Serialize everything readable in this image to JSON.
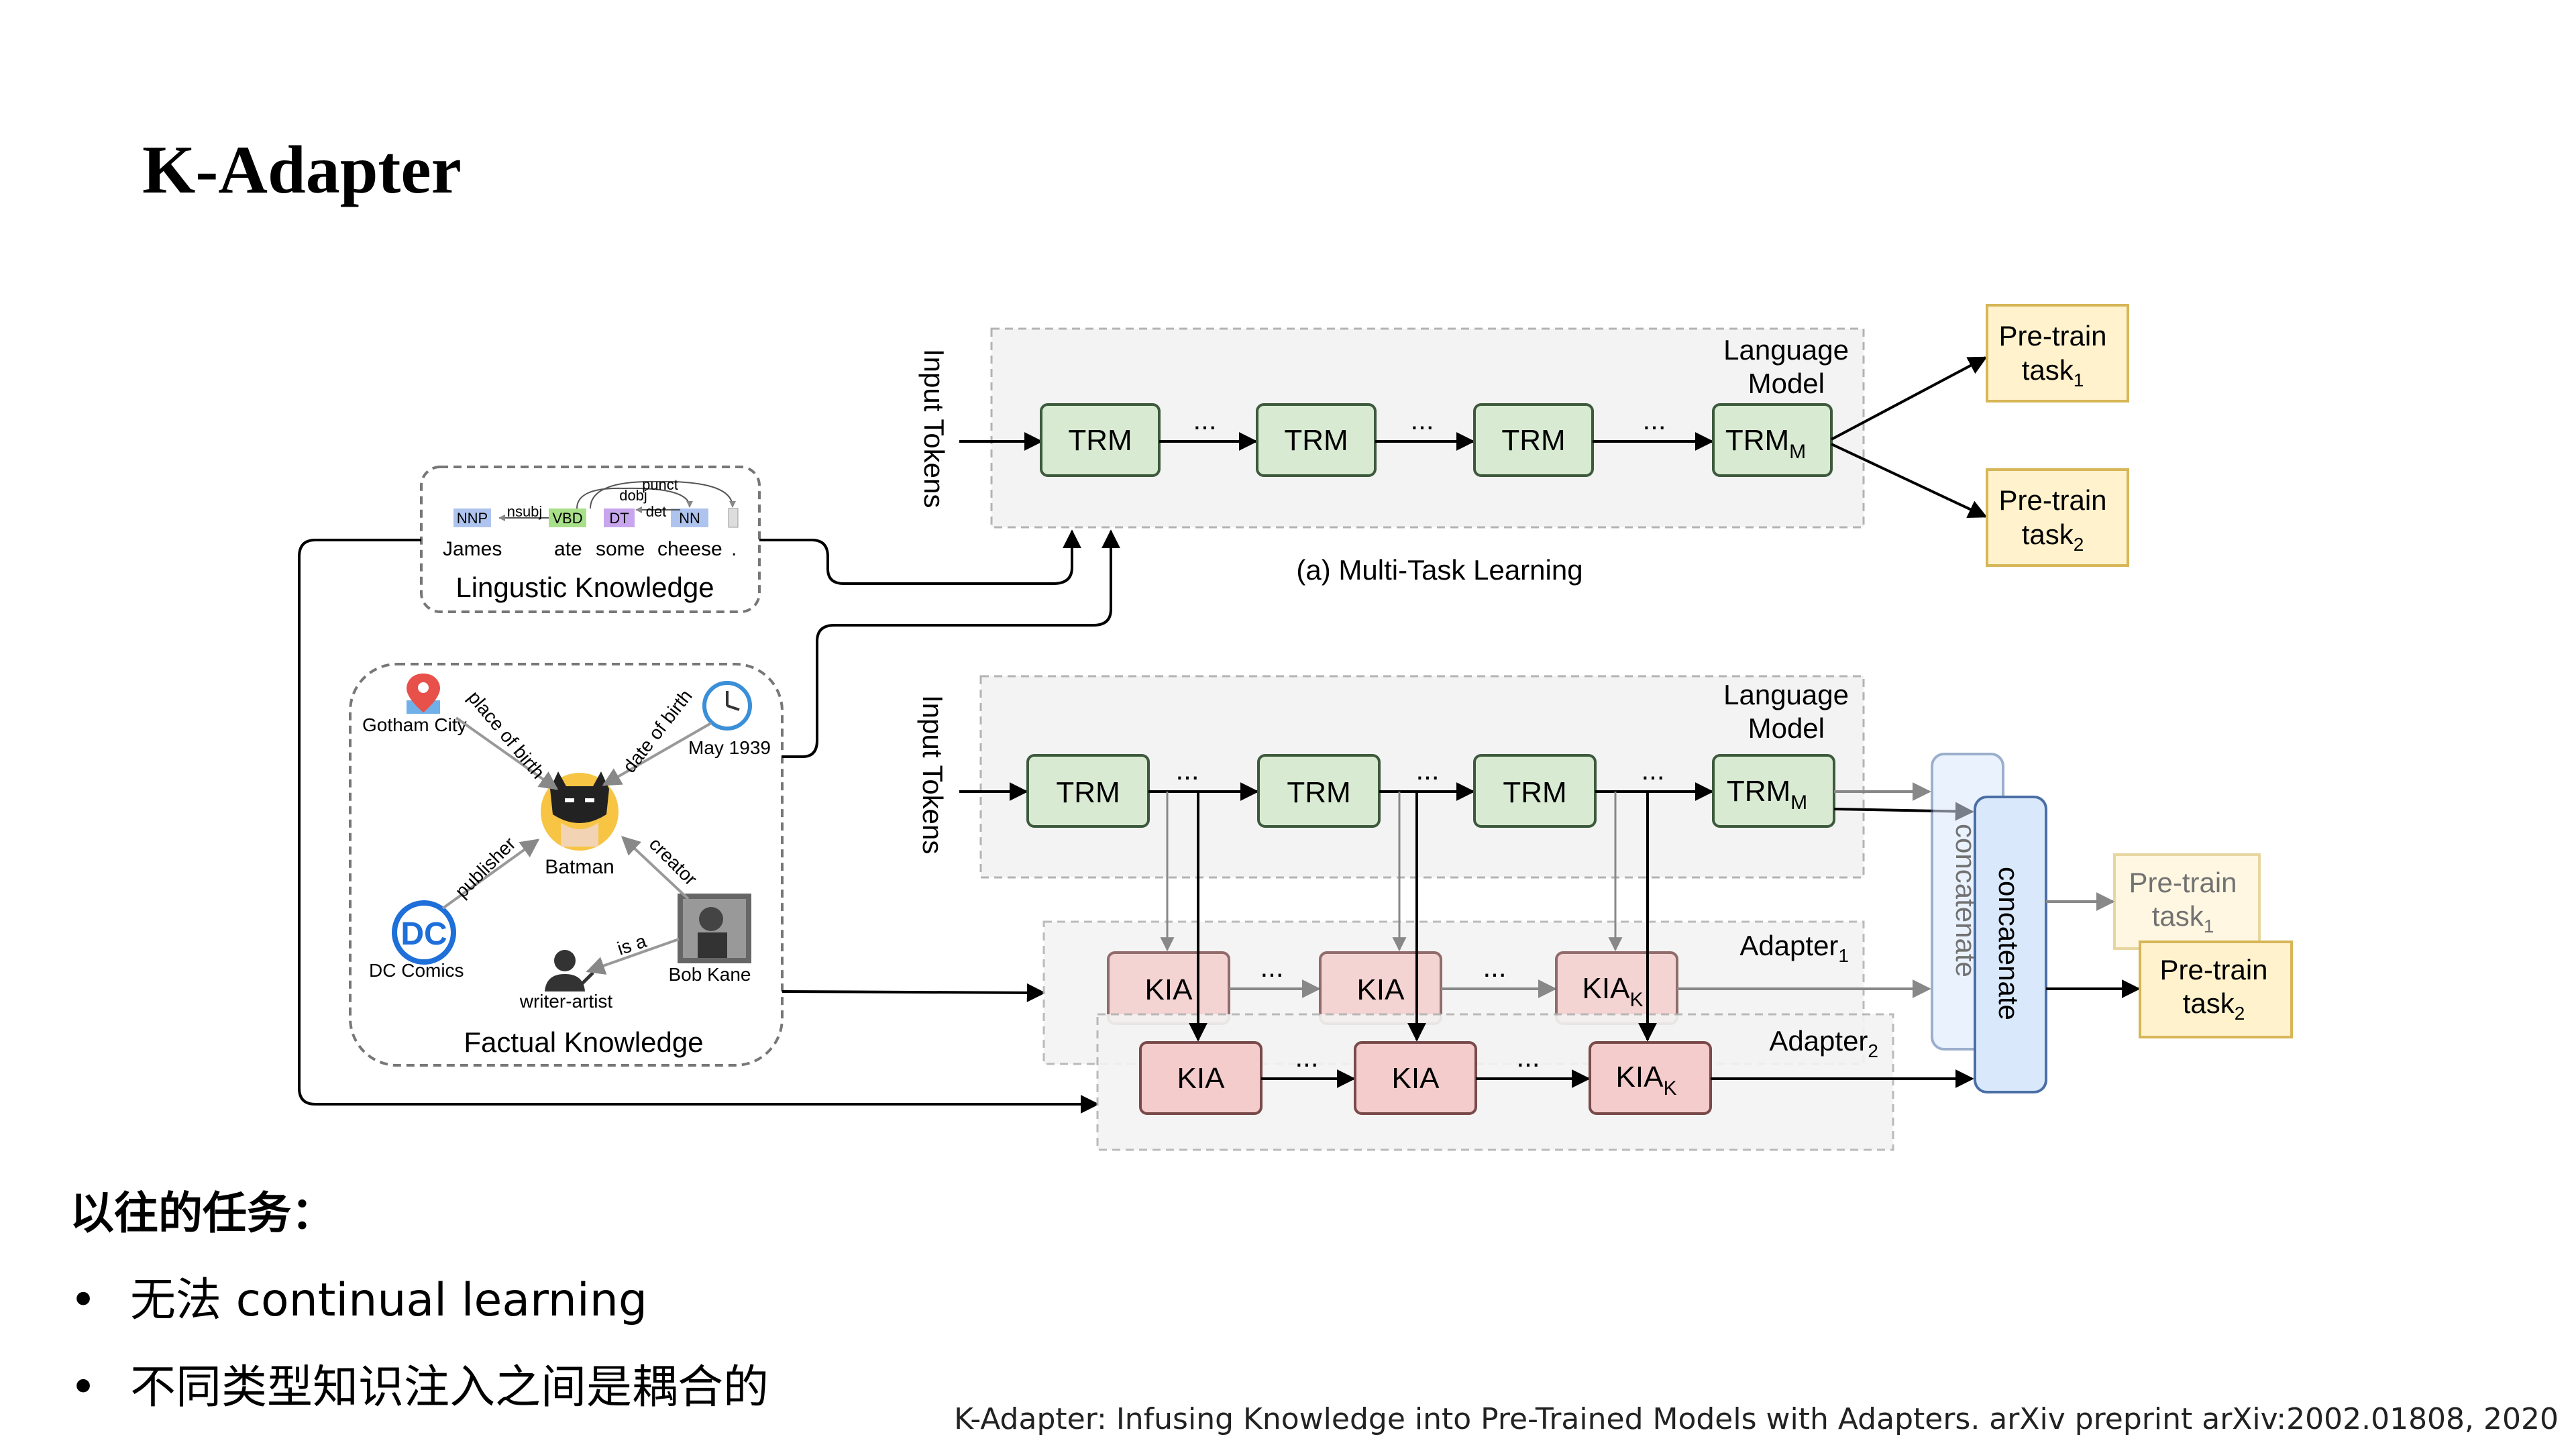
{
  "slide": {
    "title": "K-Adapter",
    "section_heading": "以往的任务：",
    "bullets": [
      "无法 continual learning",
      "不同类型知识注入之间是耦合的"
    ],
    "citation": "K-Adapter: Infusing Knowledge into Pre-Trained Models with Adapters. arXiv preprint arXiv:2002.01808, 2020"
  },
  "diagram": {
    "input_tokens": "Input Tokens",
    "language_model": [
      "Language",
      "Model"
    ],
    "trm": "TRM",
    "trm_m": "TRM",
    "sub_m": "M",
    "ellipsis": "...",
    "pretrain_label": "Pre-train",
    "task_label": "task",
    "sub_1": "1",
    "sub_2": "2",
    "caption_a": "(a) Multi-Task Learning",
    "kia": "KIA",
    "sub_k": "K",
    "adapter_label": "Adapter",
    "concatenate": "concatenate",
    "linguistic": {
      "title": "Lingustic Knowledge",
      "tags": [
        "NNP",
        "VBD",
        "DT",
        "NN"
      ],
      "words": [
        "James",
        "ate",
        "some",
        "cheese",
        "."
      ],
      "arcs": [
        "nsubj",
        "dobj",
        "det",
        "punct"
      ]
    },
    "factual": {
      "title": "Factual Knowledge",
      "center": "Batman",
      "nodes": [
        "Gotham City",
        "May 1939",
        "DC Comics",
        "Bob Kane",
        "writer-artist"
      ],
      "relations": [
        "place of birth",
        "date of birth",
        "publisher",
        "creator",
        "is a"
      ],
      "dc_logo": "DC"
    }
  },
  "colors": {
    "trm_fill": "#d9ead3",
    "trm_stroke": "#3d5a3c",
    "kia_fill": "#f4cccc",
    "kia_stroke": "#7a4a4a",
    "task_fill": "#fff2cc",
    "task_stroke": "#d6b656",
    "concat_fill": "#dae8fc",
    "concat_stroke": "#4a6fa5",
    "panel_fill": "#f3f3f3",
    "panel_stroke": "#b3b3b3"
  },
  "icons": [
    "map-pin-icon",
    "clock-icon",
    "batman-icon",
    "dc-logo-icon",
    "person-photo-icon",
    "writer-icon"
  ]
}
